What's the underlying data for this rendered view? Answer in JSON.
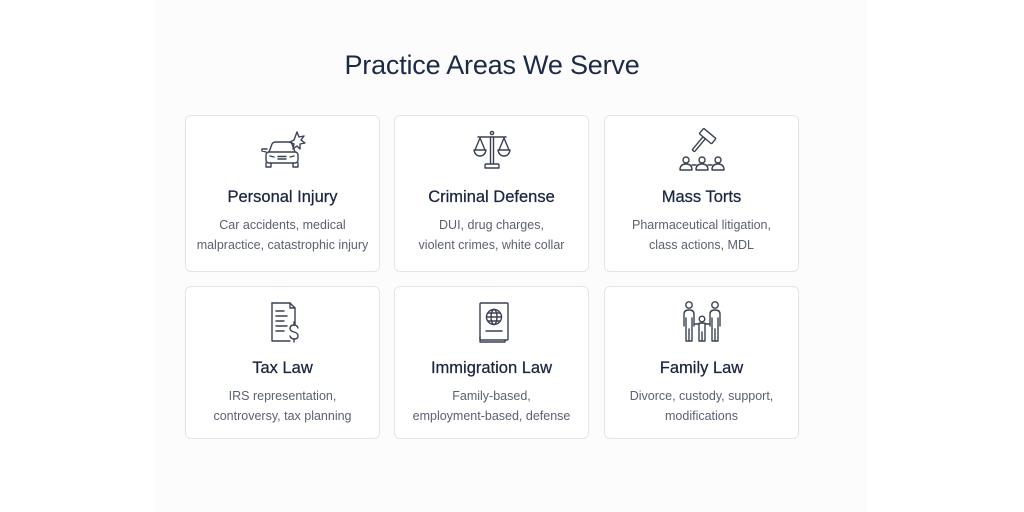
{
  "section": {
    "title": "Practice Areas We Serve",
    "background_color": "#fcfcfc",
    "title_color": "#1c2a48"
  },
  "practice_areas": [
    {
      "title": "Personal Injury",
      "description_line1": "Car accidents, medical",
      "description_line2": "malpractice, catastrophic injury",
      "icon": "car-crash-icon"
    },
    {
      "title": "Criminal Defense",
      "description_line1": "DUI, drug charges,",
      "description_line2": "violent crimes, white collar",
      "icon": "scales-of-justice-icon"
    },
    {
      "title": "Mass Torts",
      "description_line1": "Pharmaceutical litigation,",
      "description_line2": "class actions, MDL",
      "icon": "gavel-group-icon"
    },
    {
      "title": "Tax Law",
      "description_line1": "IRS representation,",
      "description_line2": "controversy, tax planning",
      "icon": "tax-document-icon"
    },
    {
      "title": "Immigration Law",
      "description_line1": "Family-based,",
      "description_line2": "employment-based, defense",
      "icon": "passport-icon"
    },
    {
      "title": "Family Law",
      "description_line1": "Divorce, custody, support,",
      "description_line2": "modifications",
      "icon": "family-icon"
    }
  ]
}
